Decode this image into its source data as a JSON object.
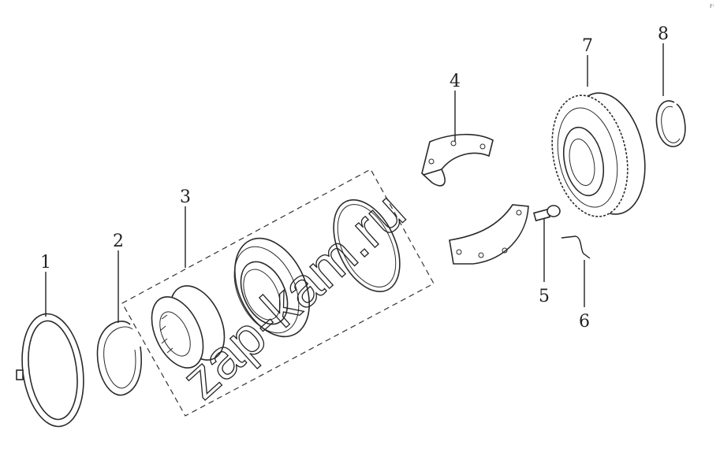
{
  "labels": [
    "1",
    "2",
    "3",
    "4",
    "5",
    "6",
    "7",
    "8"
  ],
  "watermark": "zap-kam.ru",
  "corner_mark": "r·"
}
